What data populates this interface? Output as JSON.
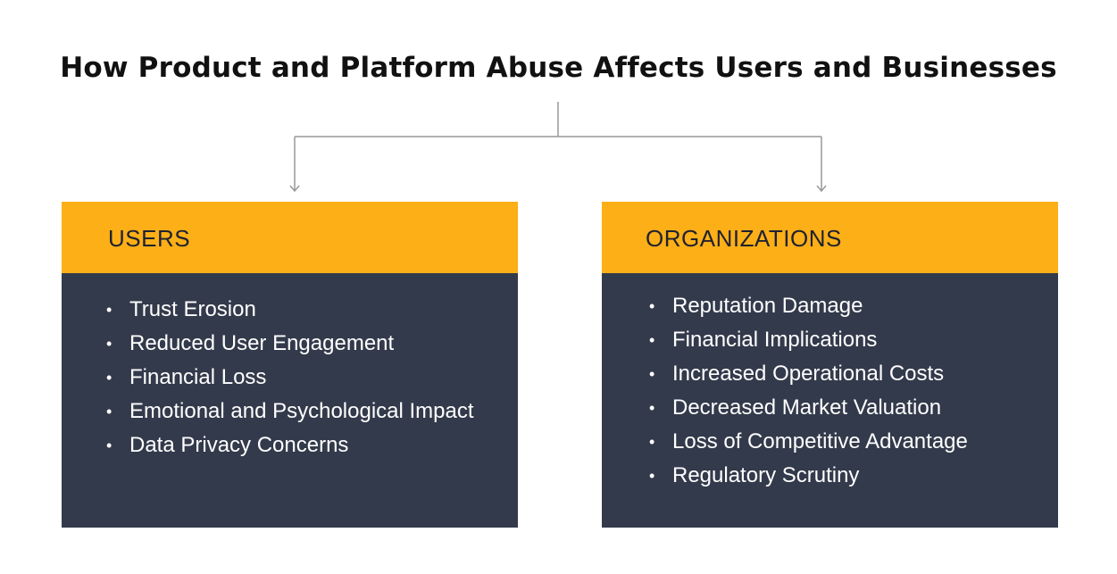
{
  "title": "How Product and Platform Abuse Affects Users and Businesses",
  "colors": {
    "header": "#fcaf17",
    "body": "#333a4b",
    "connector": "#999999"
  },
  "users": {
    "heading": "USERS",
    "items": [
      "Trust Erosion",
      "Reduced User Engagement",
      "Financial Loss",
      "Emotional and Psychological Impact",
      "Data Privacy Concerns"
    ]
  },
  "organizations": {
    "heading": "ORGANIZATIONS",
    "items": [
      "Reputation Damage",
      "Financial Implications",
      "Increased Operational Costs",
      "Decreased Market Valuation",
      "Loss of Competitive Advantage",
      "Regulatory Scrutiny"
    ]
  }
}
